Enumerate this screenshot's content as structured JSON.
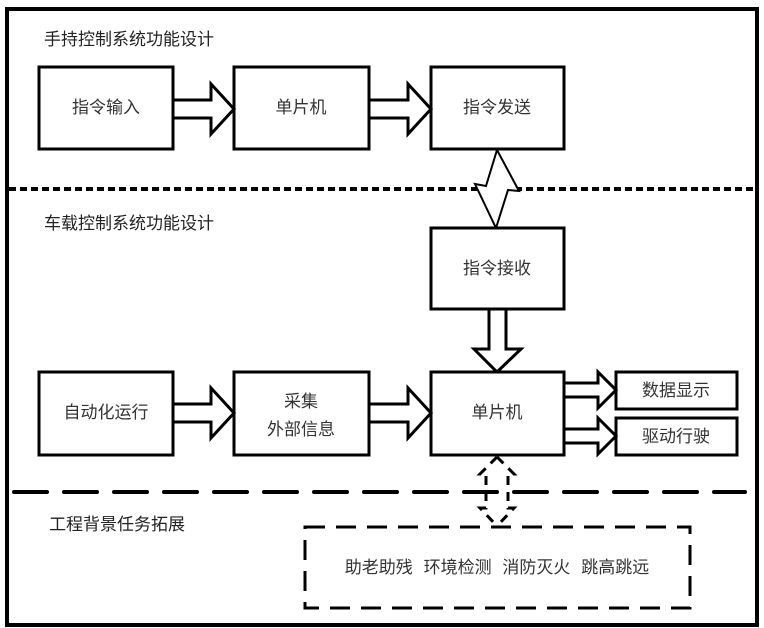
{
  "sections": {
    "handheld": {
      "title": "手持控制系统功能设计"
    },
    "vehicle": {
      "title": "车载控制系统功能设计"
    },
    "extension": {
      "title": "工程背景任务拓展"
    }
  },
  "handheld_blocks": {
    "cmd_input": "指令输入",
    "mcu": "单片机",
    "cmd_send": "指令发送"
  },
  "vehicle_blocks": {
    "cmd_receive": "指令接收",
    "auto_run": "自动化运行",
    "collect_line1": "采集",
    "collect_line2": "外部信息",
    "mcu": "单片机",
    "data_display": "数据显示",
    "drive": "驱动行驶"
  },
  "extension_tasks": {
    "label": "助老助残  环境检测  消防灭火  跳高跳远",
    "items": [
      "助老助残",
      "环境检测",
      "消防灭火",
      "跳高跳远"
    ]
  },
  "connections": [
    {
      "from": "指令输入",
      "to": "单片机",
      "type": "block-arrow"
    },
    {
      "from": "单片机",
      "to": "指令发送",
      "type": "block-arrow"
    },
    {
      "from": "指令发送",
      "to": "指令接收",
      "type": "wireless"
    },
    {
      "from": "指令接收",
      "to": "单片机",
      "type": "block-arrow"
    },
    {
      "from": "自动化运行",
      "to": "采集外部信息",
      "type": "block-arrow"
    },
    {
      "from": "采集外部信息",
      "to": "单片机",
      "type": "block-arrow"
    },
    {
      "from": "单片机",
      "to": "数据显示",
      "type": "block-arrow"
    },
    {
      "from": "单片机",
      "to": "驱动行驶",
      "type": "block-arrow"
    },
    {
      "from": "单片机",
      "to": "工程背景任务拓展",
      "type": "bidirectional-dashed"
    }
  ]
}
